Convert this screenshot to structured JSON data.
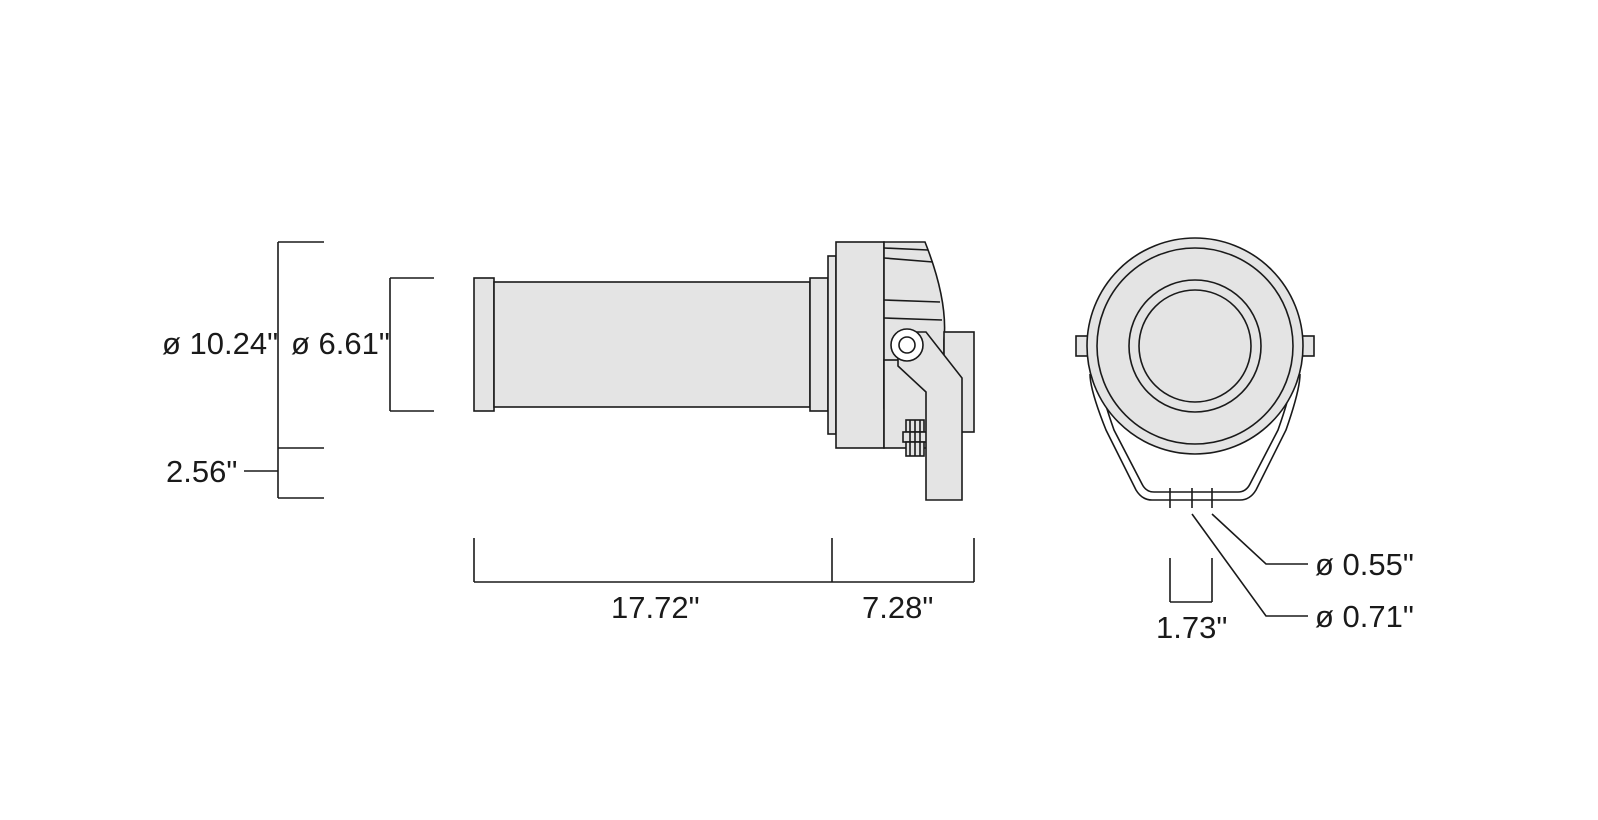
{
  "dimensions": {
    "overall_diameter": "ø 10.24\"",
    "lens_diameter": "ø 6.61\"",
    "bracket_offset": "2.56\"",
    "body_length": "17.72\"",
    "bracket_length": "7.28\"",
    "slot_width": "1.73\"",
    "hole_small": "ø 0.55\"",
    "hole_large": "ø 0.71\""
  },
  "colors": {
    "outline": "#1a1a1a",
    "fill": "#e4e4e4",
    "background": "#ffffff"
  }
}
